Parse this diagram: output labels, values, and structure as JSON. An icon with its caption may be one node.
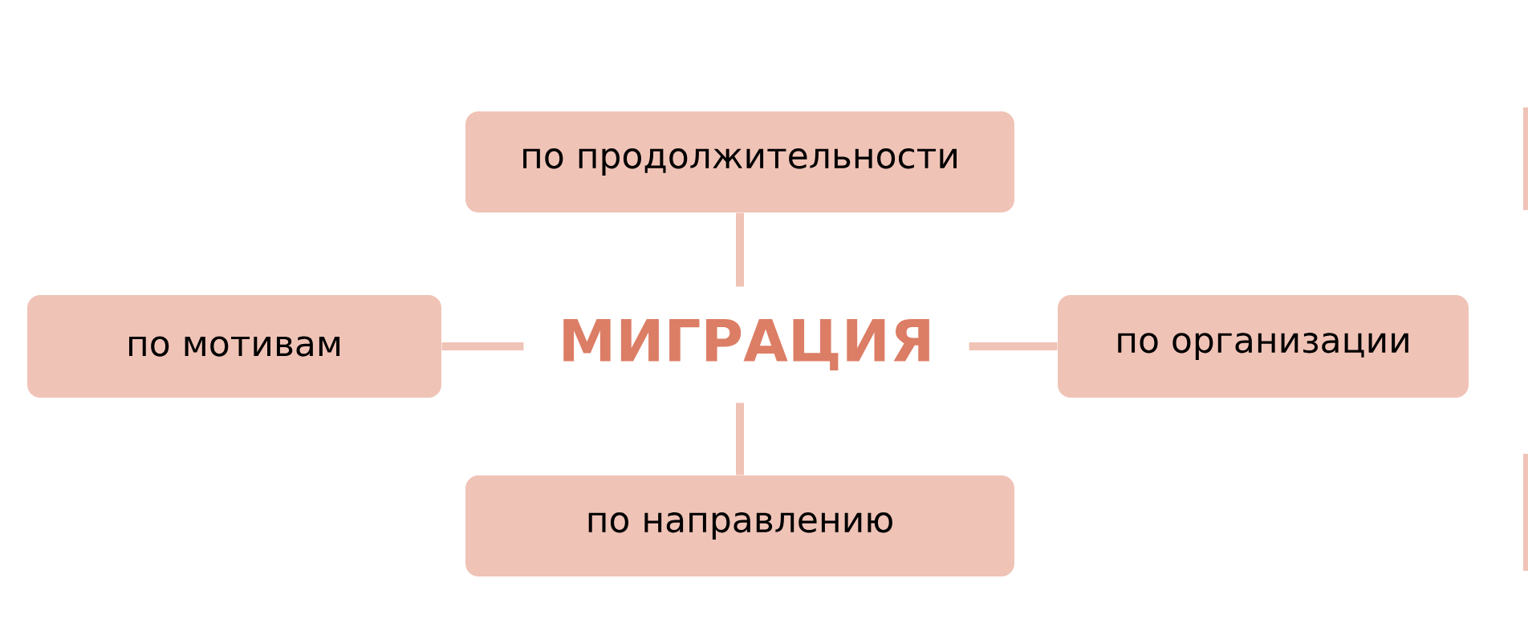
{
  "diagram": {
    "nodes": [
      {
        "text": [
          "по продолжительности"
        ]
      },
      {
        "text": [
          "по мотивам"
        ]
      },
      {
        "text": [
          "МИГРАЦИЯ"
        ]
      },
      {
        "text": [
          "по организации"
        ]
      },
      {
        "text": [
          "по направлению"
        ]
      }
    ],
    "edges": [
      {
        "from": 2,
        "to": 0,
        "arrow": "none"
      },
      {
        "from": 2,
        "to": 1,
        "arrow": "none"
      },
      {
        "from": 2,
        "to": 3,
        "arrow": "none"
      },
      {
        "from": 2,
        "to": 4,
        "arrow": "none"
      }
    ]
  }
}
